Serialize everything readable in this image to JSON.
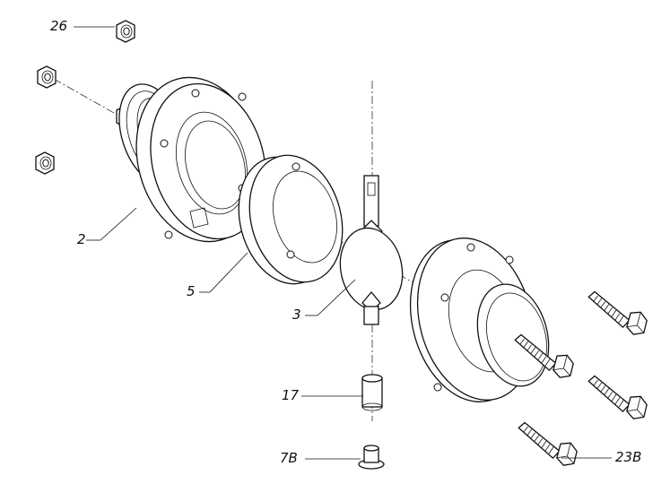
{
  "callouts": {
    "c26": "26",
    "c2": "2",
    "c5": "5",
    "c3": "3",
    "c17": "17",
    "c7B": "7B",
    "c23B": "23B"
  },
  "colors": {
    "ink": "#111111",
    "paper": "#ffffff"
  },
  "icons": [
    "hex-nut-icon",
    "hex-bolt-icon",
    "flange-icon",
    "valve-disc-icon",
    "bushing-icon",
    "plug-icon"
  ]
}
